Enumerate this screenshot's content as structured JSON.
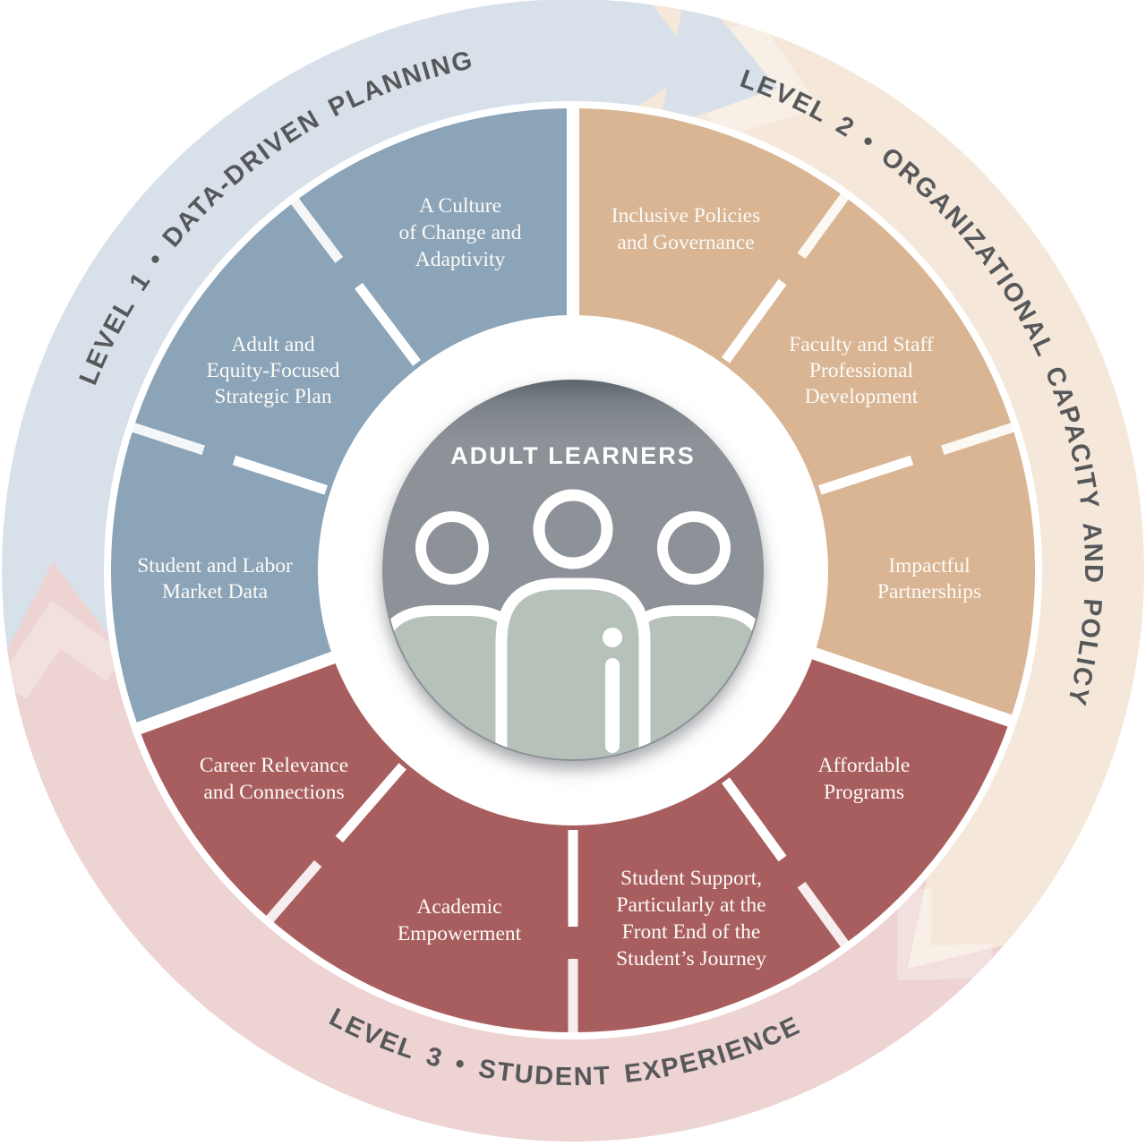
{
  "diagram": {
    "type": "circular-framework-wheel",
    "center": {
      "label": "ADULT LEARNERS",
      "icon": "people-group-icon"
    },
    "levels": [
      {
        "name": "LEVEL 1",
        "theme": "DATA-DRIVEN PLANNING",
        "arc_label": "LEVEL 1 • DATA-DRIVEN PLANNING",
        "segments": [
          {
            "label": "A Culture of Change and Adaptivity",
            "lines": [
              "A Culture",
              "of Change and",
              "Adaptivity"
            ]
          },
          {
            "label": "Adult and Equity-Focused Strategic Plan",
            "lines": [
              "Adult and",
              "Equity-Focused",
              "Strategic Plan"
            ]
          },
          {
            "label": "Student and Labor Market Data",
            "lines": [
              "Student and Labor",
              "Market Data"
            ]
          }
        ]
      },
      {
        "name": "LEVEL 2",
        "theme": "ORGANIZATIONAL CAPACITY AND POLICY",
        "arc_label": "LEVEL 2 • ORGANIZATIONAL CAPACITY AND POLICY",
        "segments": [
          {
            "label": "Inclusive Policies and Governance",
            "lines": [
              "Inclusive Policies",
              "and Governance"
            ]
          },
          {
            "label": "Faculty and Staff Professional Development",
            "lines": [
              "Faculty and Staff",
              "Professional",
              "Development"
            ]
          },
          {
            "label": "Impactful Partnerships",
            "lines": [
              "Impactful",
              "Partnerships"
            ]
          }
        ]
      },
      {
        "name": "LEVEL 3",
        "theme": "STUDENT EXPERIENCE",
        "arc_label": "LEVEL 3 • STUDENT EXPERIENCE",
        "segments": [
          {
            "label": "Affordable Programs",
            "lines": [
              "Affordable",
              "Programs"
            ]
          },
          {
            "label": "Student Support, Particularly at the Front End of the Student’s Journey",
            "lines": [
              "Student Support,",
              "Particularly at the",
              "Front End of the",
              "Student’s Journey"
            ]
          },
          {
            "label": "Academic Empowerment",
            "lines": [
              "Academic",
              "Empowerment"
            ]
          },
          {
            "label": "Career Relevance and Connections",
            "lines": [
              "Career Relevance",
              "and Connections"
            ]
          }
        ]
      }
    ],
    "colors": {
      "level1_segment": "#8ca4b8",
      "level1_band": "#d8e1ea",
      "level2_segment": "#d9b593",
      "level2_band": "#f5e8db",
      "level3_segment": "#a85e5e",
      "level3_band": "#edd3d2",
      "center_circle": "#8d9298",
      "people_body": "#b6c1ba",
      "arc_label_text": "#57585a",
      "segment_label_text": "#fcfbf8",
      "divider": "#ffffff"
    }
  }
}
